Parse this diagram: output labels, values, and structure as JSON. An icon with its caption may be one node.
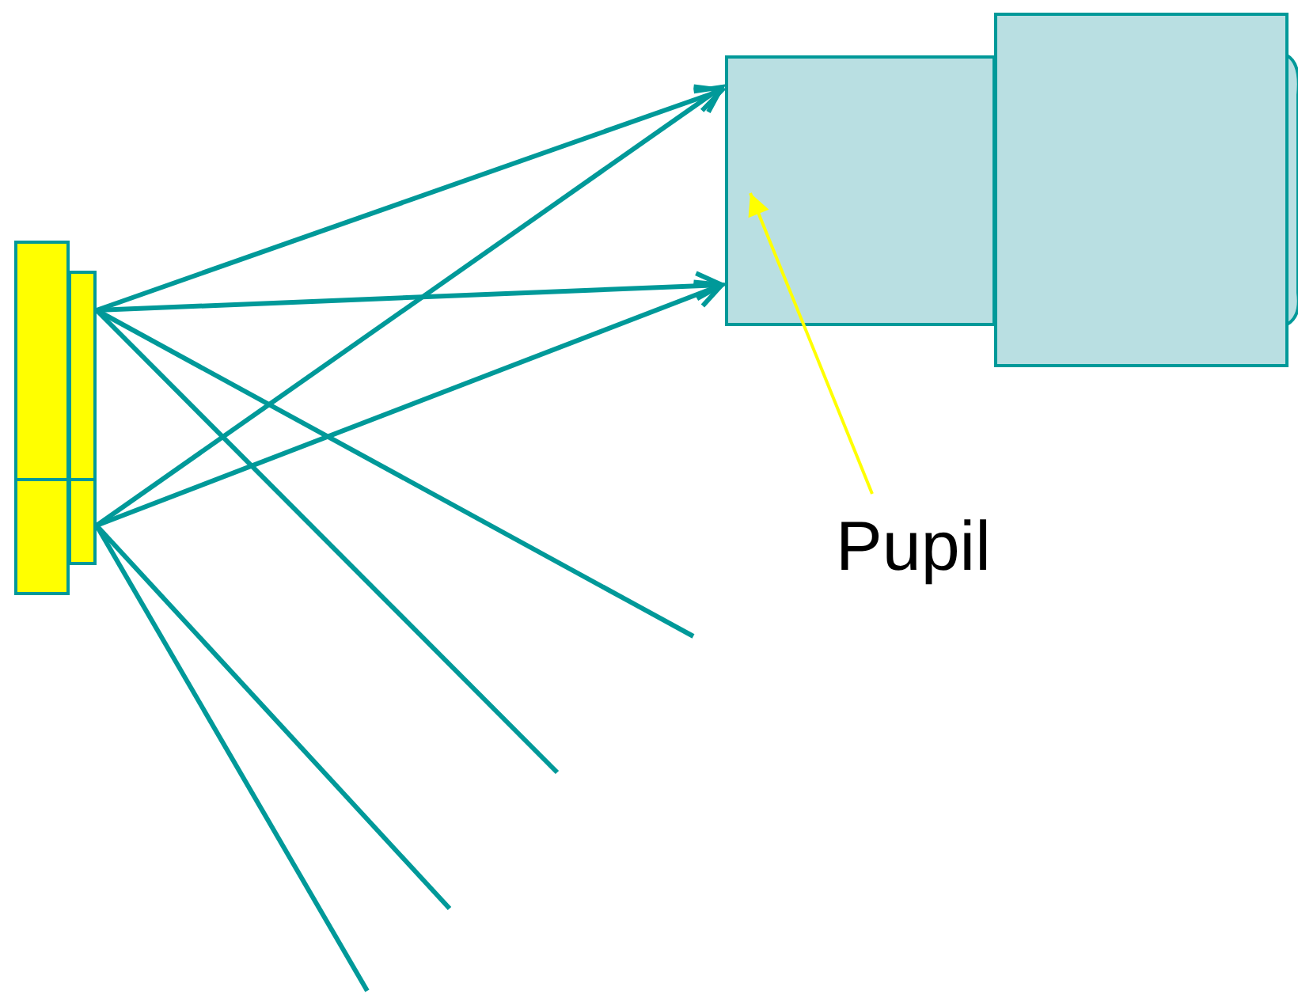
{
  "diagram": {
    "nodes": [
      {
        "text": [],
        "shape": "bar"
      },
      {
        "text": [],
        "shape": "bar"
      },
      {
        "text": [],
        "shape": "box"
      },
      {
        "text": [],
        "shape": "box"
      },
      {
        "text": [
          "Pupil"
        ]
      }
    ],
    "edges": [
      {
        "from": 1,
        "to": 2,
        "arrow": "to"
      },
      {
        "from": 1,
        "to": 2,
        "arrow": "to"
      },
      {
        "from": 1,
        "to": null,
        "arrow": "none"
      },
      {
        "from": 1,
        "to": null,
        "arrow": "none"
      },
      {
        "from": 1,
        "to": 2,
        "arrow": "to"
      },
      {
        "from": 1,
        "to": 2,
        "arrow": "to"
      },
      {
        "from": 1,
        "to": null,
        "arrow": "none"
      },
      {
        "from": 1,
        "to": null,
        "arrow": "none"
      },
      {
        "from": 4,
        "to": 2,
        "arrow": "to",
        "color": "#ffff00"
      }
    ]
  }
}
